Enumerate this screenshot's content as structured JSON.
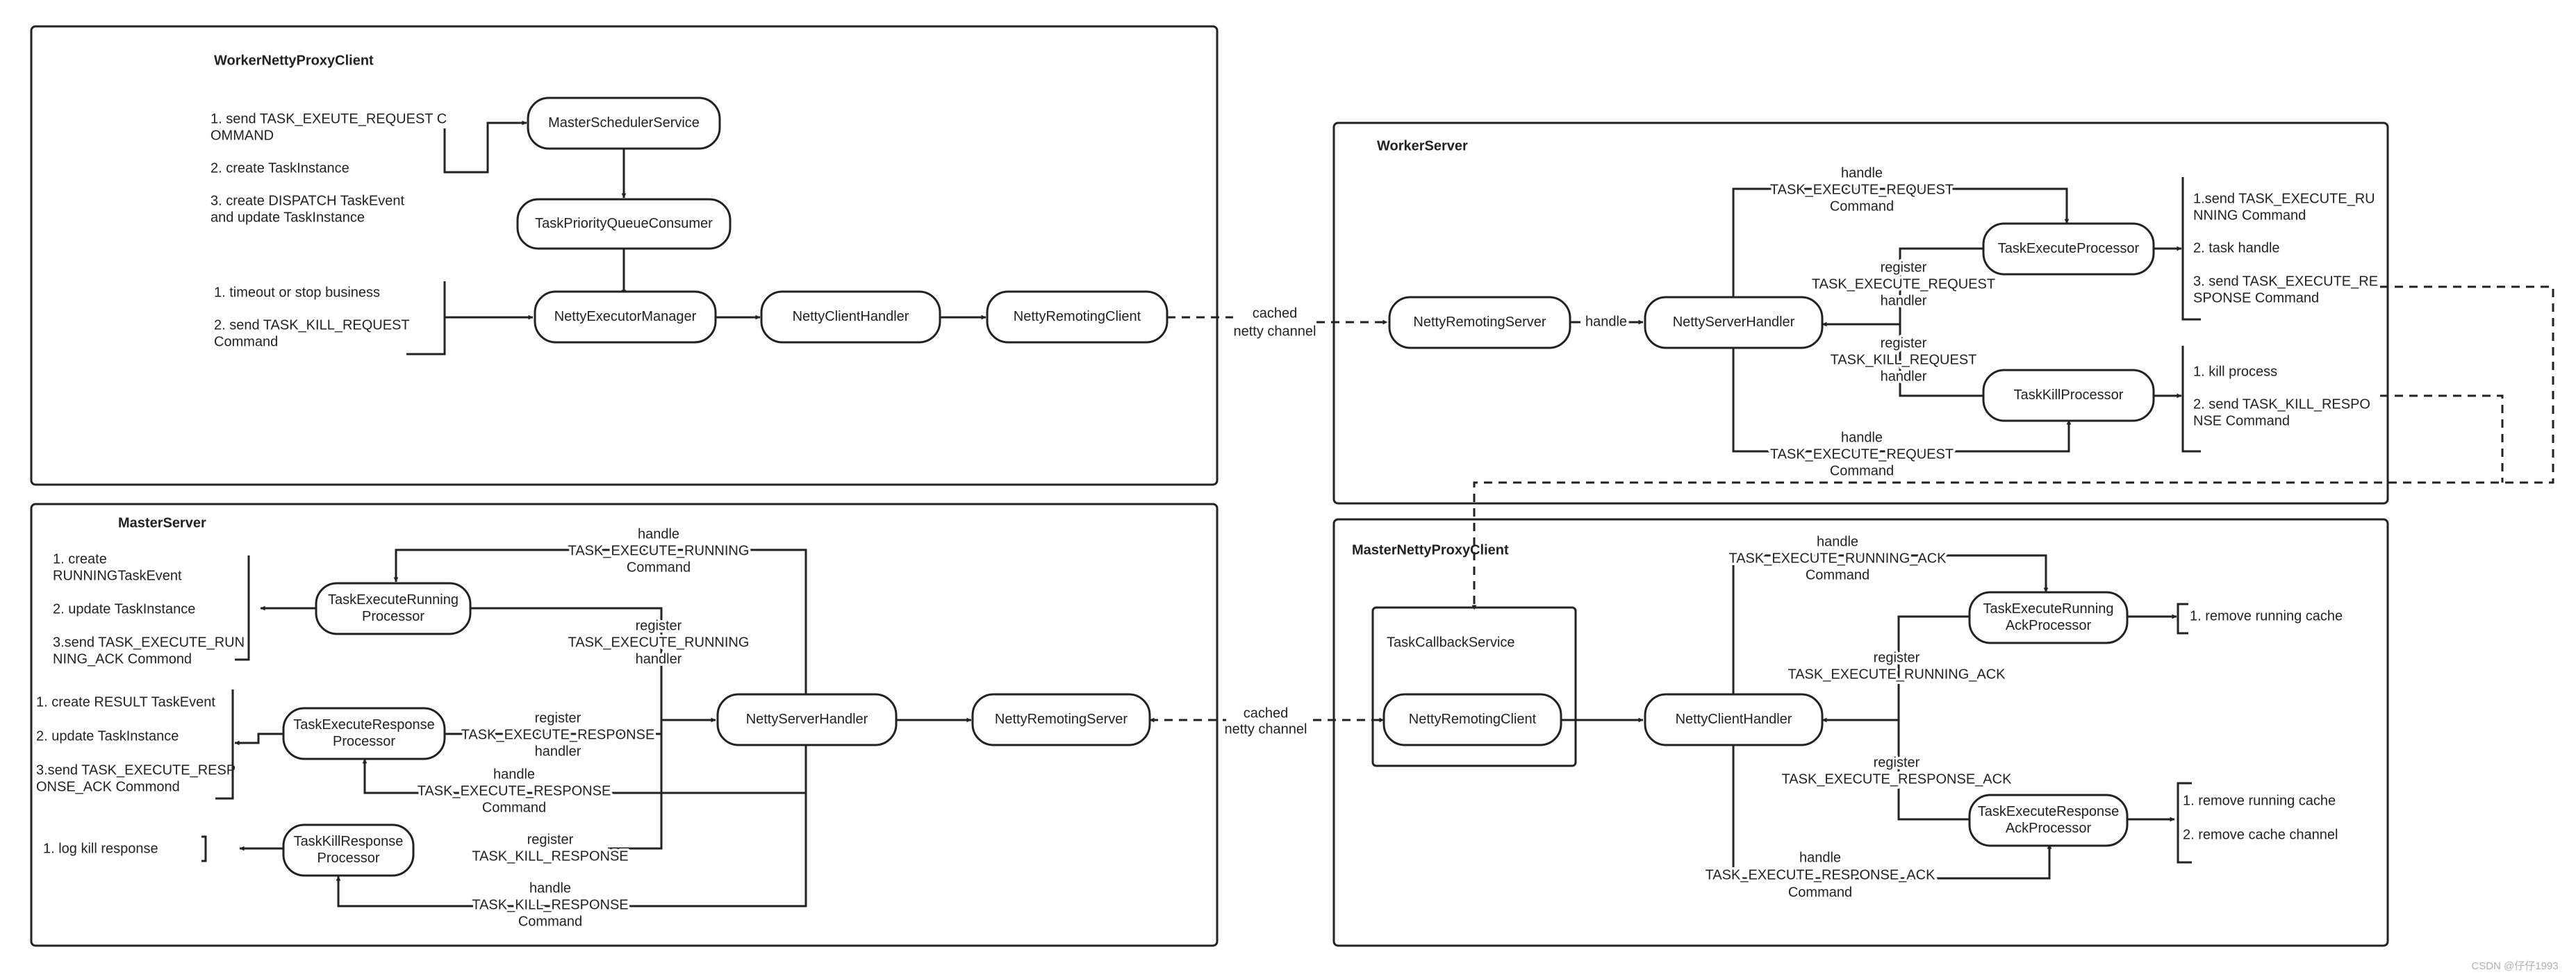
{
  "panels": {
    "worker_proxy_client": "WorkerNettyProxyClient",
    "worker_server": "WorkerServer",
    "master_server": "MasterServer",
    "master_proxy_client": "MasterNettyProxyClient"
  },
  "nodes": {
    "master_scheduler_service": "MasterSchedulerService",
    "task_priority_queue_consumer": "TaskPriorityQueueConsumer",
    "netty_executor_manager": "NettyExecutorManager",
    "wp_netty_client_handler": "NettyClientHandler",
    "wp_netty_remoting_client": "NettyRemotingClient",
    "ws_netty_remoting_server": "NettyRemotingServer",
    "ws_netty_server_handler": "NettyServerHandler",
    "task_execute_processor": "TaskExecuteProcessor",
    "task_kill_processor": "TaskKillProcessor",
    "ms_running_processor": [
      "TaskExecuteRunning",
      "Processor"
    ],
    "ms_response_processor": [
      "TaskExecuteResponse",
      "Processor"
    ],
    "ms_kill_response_processor": [
      "TaskKillResponse",
      "Processor"
    ],
    "ms_netty_server_handler": "NettyServerHandler",
    "ms_netty_remoting_server": "NettyRemotingServer",
    "task_callback_service": "TaskCallbackService",
    "mp_netty_remoting_client": "NettyRemotingClient",
    "mp_netty_client_handler": "NettyClientHandler",
    "running_ack_processor": [
      "TaskExecuteRunning",
      "AckProcessor"
    ],
    "response_ack_processor": [
      "TaskExecuteResponse",
      "AckProcessor"
    ]
  },
  "notes": {
    "wp_dispatch": [
      "1. send TASK_EXEUTE_REQUEST C",
      "OMMAND",
      "2. create TaskInstance",
      "3. create DISPATCH TaskEvent",
      "and update TaskInstance"
    ],
    "wp_kill": [
      "1. timeout or stop business",
      "2. send TASK_KILL_REQUEST",
      "Command"
    ],
    "ws_execute": [
      "1.send TASK_EXECUTE_RU",
      "NNING Command",
      "2. task handle",
      "3. send TASK_EXECUTE_RE",
      "SPONSE Command"
    ],
    "ws_kill": [
      "1. kill process",
      "2. send TASK_KILL_RESPO",
      "NSE Command"
    ],
    "ms_running": [
      "1. create",
      "RUNNINGTaskEvent",
      "2. update TaskInstance",
      "3.send TASK_EXECUTE_RUN",
      "NING_ACK Commond"
    ],
    "ms_result": [
      "1. create RESULT TaskEvent",
      "2. update TaskInstance",
      "3.send TASK_EXECUTE_RESP",
      "ONSE_ACK Commond"
    ],
    "ms_kill": [
      "1. log kill response"
    ],
    "mp_running_ack": [
      "1. remove running cache"
    ],
    "mp_response_ack": [
      "1. remove running cache",
      "2. remove cache channel"
    ]
  },
  "edge_labels": {
    "cached_channel_top": [
      "cached",
      "netty channel"
    ],
    "cached_channel_bottom": [
      "cached",
      "netty channel"
    ],
    "ws_handle": "handle",
    "ws_handle_request_top": [
      "handle",
      "TASK_EXECUTE_REQUEST",
      "Command"
    ],
    "ws_register_request": [
      "register",
      "TASK_EXECUTE_REQUEST",
      "handler"
    ],
    "ws_register_kill": [
      "register",
      "TASK_KILL_REQUEST",
      "handler"
    ],
    "ws_handle_request_bottom": [
      "handle",
      "TASK_EXECUTE_REQUEST",
      "Command"
    ],
    "ms_handle_running": [
      "handle",
      "TASK_EXECUTE_RUNNING",
      "Command"
    ],
    "ms_register_running": [
      "register",
      "TASK_EXECUTE_RUNNING",
      "handler"
    ],
    "ms_register_response": [
      "register",
      "TASK_EXECUTE_RESPONSE",
      "handler"
    ],
    "ms_handle_response": [
      "handle",
      "TASK_EXECUTE_RESPONSE",
      "Command"
    ],
    "ms_register_kill_response": [
      "register",
      "TASK_KILL_RESPONSE"
    ],
    "ms_handle_kill_response": [
      "handle",
      "TASK_KILL_RESPONSE",
      "Command"
    ],
    "mp_handle_running_ack": [
      "handle",
      "TASK_EXECUTE_RUNNING_ACK",
      "Command"
    ],
    "mp_register_running_ack": [
      "register",
      "TASK_EXECUTE_RUNNING_ACK"
    ],
    "mp_register_response_ack": [
      "register",
      "TASK_EXECUTE_RESPONSE_ACK"
    ],
    "mp_handle_response_ack": [
      "handle",
      "TASK_EXECUTE_RESPONSE_ACK",
      "Command"
    ]
  },
  "watermark": "CSDN @仔仔1993"
}
